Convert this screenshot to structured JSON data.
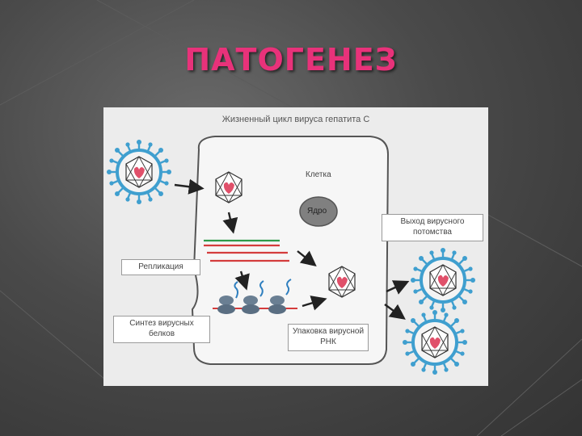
{
  "slide": {
    "title": "ПАТОГЕНЕЗ"
  },
  "figure": {
    "title": "Жизненный цикл вируса гепатита С",
    "cell_label": "Клетка",
    "nucleus_label": "Ядро",
    "replication_label": "Репликация",
    "synthesis_label": "Синтез вирусных белков",
    "packaging_label": "Упаковка вирусной РНК",
    "exit_label": "Выход вирусного потомства"
  },
  "colors": {
    "title": "#e8327a",
    "virus_envelope": "#3f9fcf",
    "virus_core": "#e0506a",
    "rna_red": "#d43c3c",
    "rna_green": "#2f9a4a",
    "ribosome": "#6a7f93",
    "nucleus": "#808080"
  },
  "icons": [
    "virus-icon",
    "arrow-icon",
    "ribosome-icon",
    "nucleus-icon"
  ]
}
